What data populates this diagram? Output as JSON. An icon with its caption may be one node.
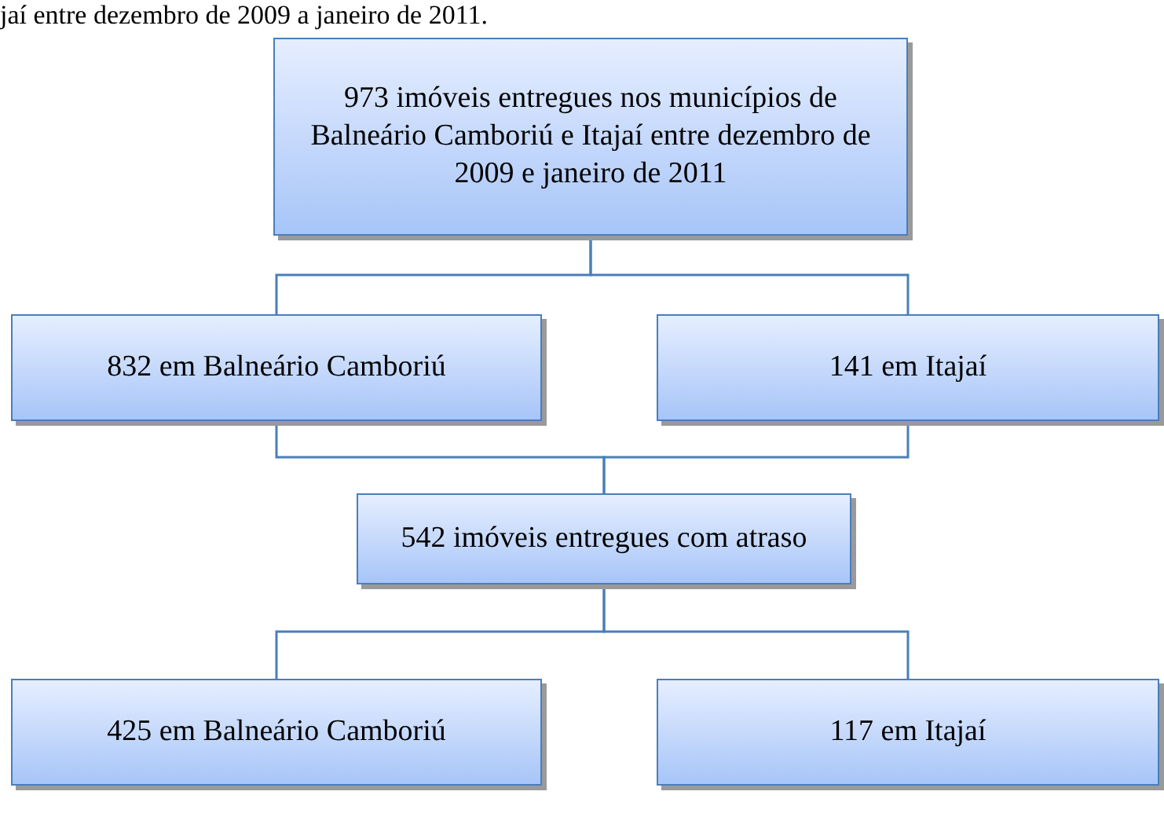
{
  "diagram": {
    "nodes": [
      {
        "text": [
          "973 imóveis entregues nos municípios de Balneário Camboriú e Itajaí entre dezembro de 2009 e janeiro de 2011"
        ]
      },
      {
        "text": [
          "832 em Balneário Camboriú"
        ]
      },
      {
        "text": [
          "141 em Itajaí"
        ]
      },
      {
        "text": [
          "542 imóveis entregues com atraso"
        ]
      },
      {
        "text": [
          "425 em Balneário Camboriú"
        ]
      },
      {
        "text": [
          "117 em Itajaí"
        ]
      }
    ],
    "edges": [
      {
        "from": 0,
        "to": 1,
        "arrow": "none"
      },
      {
        "from": 0,
        "to": 2,
        "arrow": "none"
      },
      {
        "from": 1,
        "to": 3,
        "arrow": "none"
      },
      {
        "from": 2,
        "to": 3,
        "arrow": "none"
      },
      {
        "from": 3,
        "to": 4,
        "arrow": "none"
      },
      {
        "from": 3,
        "to": 5,
        "arrow": "none"
      }
    ],
    "labels": [
      "jaí entre dezembro de 2009 a janeiro de 2011."
    ]
  }
}
